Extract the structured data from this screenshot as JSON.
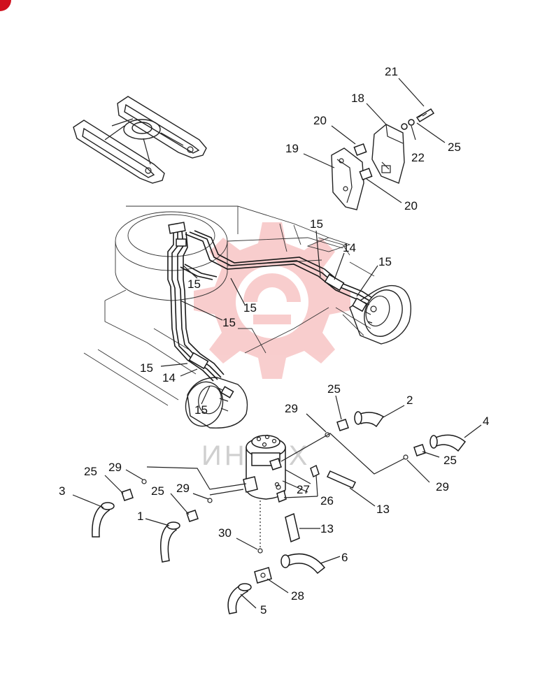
{
  "watermark": {
    "text": "ИНТЕХ",
    "color": "#f3a6a6"
  },
  "corner_badge_color": "#d0101e",
  "callouts": [
    {
      "id": "c21",
      "text": "21"
    },
    {
      "id": "c18",
      "text": "18"
    },
    {
      "id": "c20a",
      "text": "20"
    },
    {
      "id": "c19",
      "text": "19"
    },
    {
      "id": "c22",
      "text": "22"
    },
    {
      "id": "c25a",
      "text": "25"
    },
    {
      "id": "c20b",
      "text": "20"
    },
    {
      "id": "c15a",
      "text": "15"
    },
    {
      "id": "c14a",
      "text": "14"
    },
    {
      "id": "c15b",
      "text": "15"
    },
    {
      "id": "c15c",
      "text": "15"
    },
    {
      "id": "c15d",
      "text": "15"
    },
    {
      "id": "c15e",
      "text": "15"
    },
    {
      "id": "c15f",
      "text": "15"
    },
    {
      "id": "c14b",
      "text": "14"
    },
    {
      "id": "c15g",
      "text": "15"
    },
    {
      "id": "c25b",
      "text": "25"
    },
    {
      "id": "c2",
      "text": "2"
    },
    {
      "id": "c29a",
      "text": "29"
    },
    {
      "id": "c4",
      "text": "4"
    },
    {
      "id": "c25c",
      "text": "25"
    },
    {
      "id": "c29b",
      "text": "29"
    },
    {
      "id": "c25d",
      "text": "25"
    },
    {
      "id": "c29c",
      "text": "29"
    },
    {
      "id": "c27",
      "text": "27"
    },
    {
      "id": "c26",
      "text": "26"
    },
    {
      "id": "c13a",
      "text": "13"
    },
    {
      "id": "c3",
      "text": "3"
    },
    {
      "id": "c25e",
      "text": "25"
    },
    {
      "id": "c29d",
      "text": "29"
    },
    {
      "id": "c1",
      "text": "1"
    },
    {
      "id": "c13b",
      "text": "13"
    },
    {
      "id": "c30",
      "text": "30"
    },
    {
      "id": "c6",
      "text": "6"
    },
    {
      "id": "c28",
      "text": "28"
    },
    {
      "id": "c5",
      "text": "5"
    }
  ]
}
